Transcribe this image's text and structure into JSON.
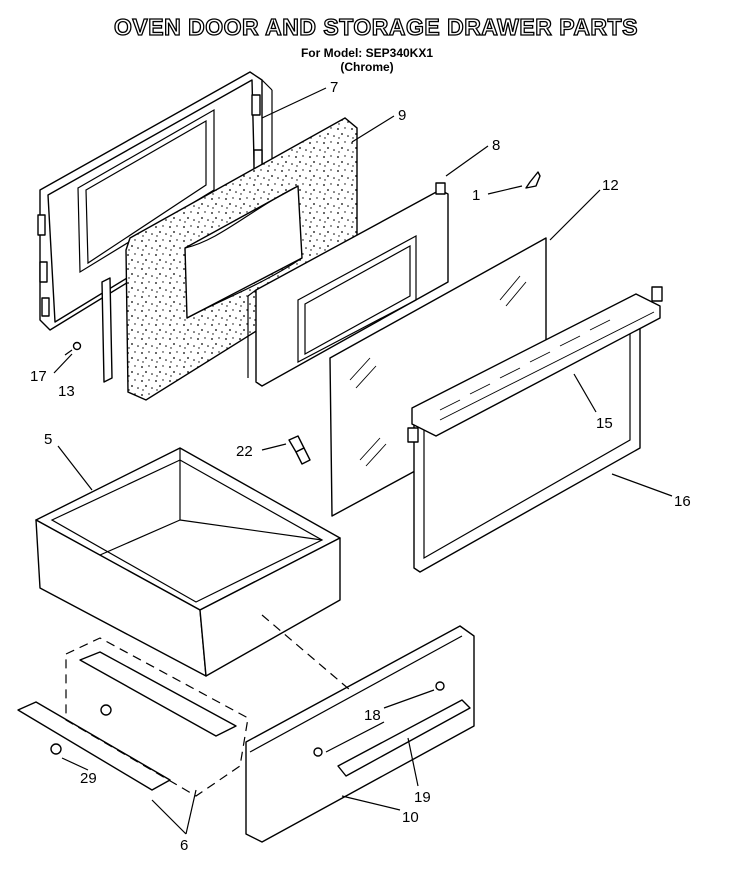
{
  "title": "OVEN DOOR AND STORAGE DRAWER PARTS",
  "model_line": "For Model: SEP340KX1",
  "finish_line": "(Chrome)",
  "callouts": [
    "7",
    "9",
    "8",
    "1",
    "12",
    "17",
    "13",
    "5",
    "22",
    "15",
    "16",
    "18",
    "29",
    "19",
    "10",
    "6"
  ]
}
